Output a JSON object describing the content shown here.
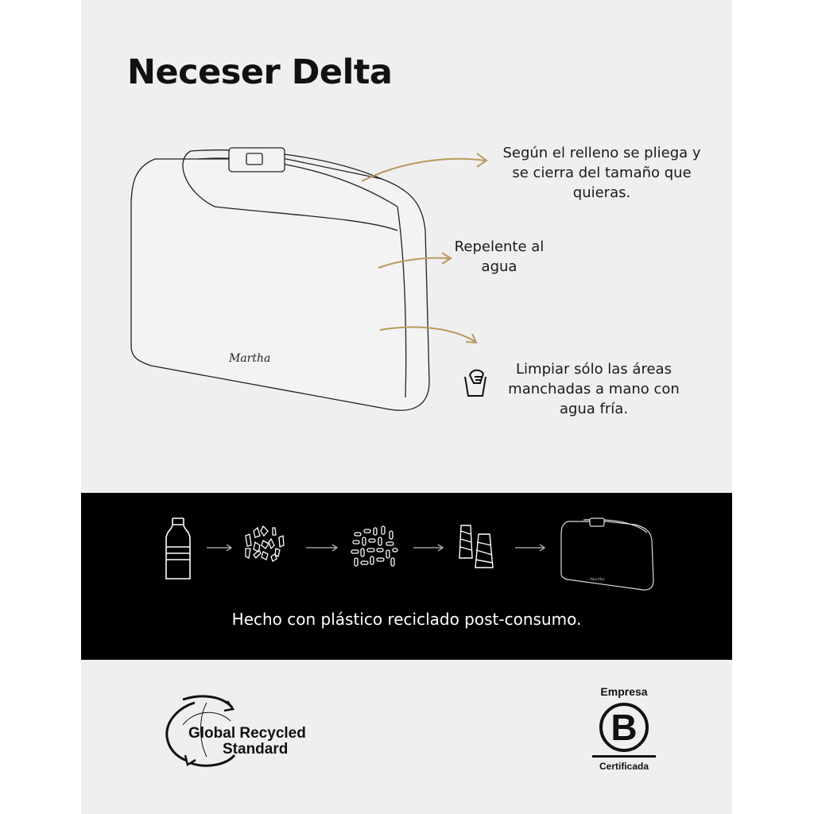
{
  "title": "Neceser Delta",
  "features": [
    {
      "text": "Según el relleno se pliega y se cierra del tamaño que quieras."
    },
    {
      "text": "Repelente al agua"
    },
    {
      "text": "Limpiar sólo las áreas manchadas a mano con agua fría.",
      "icon": "hand-wash-icon"
    }
  ],
  "bag_logo": "Martha",
  "recycling": {
    "steps": [
      "bottle-icon",
      "plastic-flakes-icon",
      "pellets-icon",
      "thread-spools-icon",
      "bag-icon"
    ],
    "caption": "Hecho con plástico reciclado post-consumo."
  },
  "certifications": {
    "grs_line1": "Global Recycled",
    "grs_line2": "Standard",
    "bcorp_top": "Empresa",
    "bcorp_letter": "B",
    "bcorp_bottom": "Certificada"
  },
  "colors": {
    "accent": "#b89a5e",
    "panel": "#efefef",
    "band": "#000000"
  }
}
